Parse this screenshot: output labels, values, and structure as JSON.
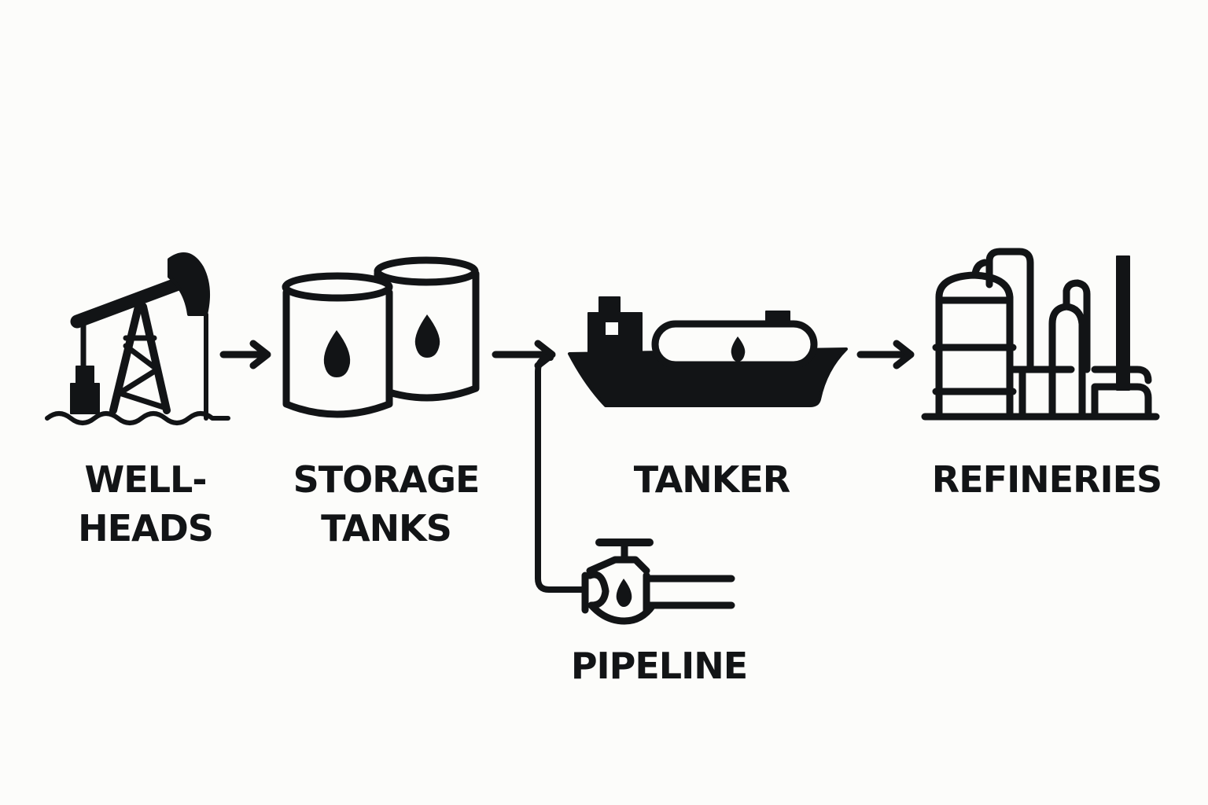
{
  "nodes": {
    "wellheads": {
      "lines": [
        "WELL-",
        "HEADS"
      ],
      "icon": "pumpjack-icon"
    },
    "storage_tanks": {
      "lines": [
        "STORAGE",
        "TANKS"
      ],
      "icon": "storage-tanks-icon"
    },
    "tanker": {
      "lines": [
        "TANKER"
      ],
      "icon": "tanker-ship-icon"
    },
    "refineries": {
      "lines": [
        "REFINERIES"
      ],
      "icon": "refinery-icon"
    },
    "pipeline": {
      "lines": [
        "PIPELINE"
      ],
      "icon": "pipeline-valve-icon"
    }
  },
  "flow": [
    [
      "wellheads",
      "storage_tanks"
    ],
    [
      "storage_tanks",
      "tanker"
    ],
    [
      "storage_tanks",
      "pipeline"
    ],
    [
      "tanker",
      "refineries"
    ]
  ],
  "colors": {
    "ink": "#121416",
    "background": "#fcfcfa"
  }
}
